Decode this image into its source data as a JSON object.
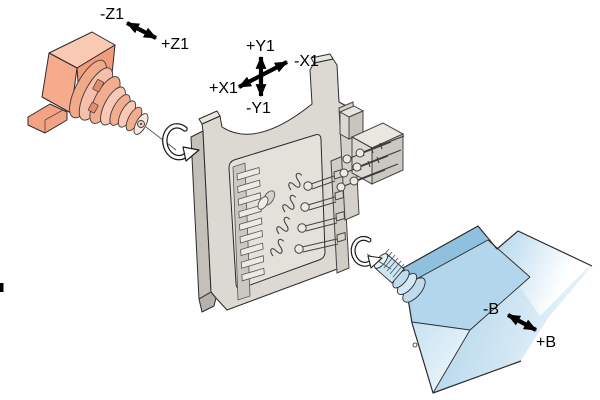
{
  "diagram": {
    "type": "isometric-machine-axes-diagram",
    "background": "#ffffff",
    "outline_color": "#2b2b2b",
    "arrow_color": "#000000",
    "axis_labels": {
      "z_minus": "-Z1",
      "z_plus": "+Z1",
      "y_plus": "+Y1",
      "y_minus": "-Y1",
      "x_plus": "+X1",
      "x_minus": "-X1",
      "b_minus": "-B",
      "b_plus": "+B"
    },
    "components": {
      "tool_spindle": {
        "icon": "tool-spindle-head-icon",
        "color_main": "#f5ab8c",
        "color_top": "#f9c9b3",
        "color_dark": "#f19b7b",
        "rotation_icon": "rotation-arrow-icon"
      },
      "fixture_plate": {
        "icon": "fixture-plate-icon",
        "color_main": "#dcd9d3",
        "color_side": "#c3c0b9",
        "color_panel": "#e4e1db"
      },
      "turret": {
        "icon": "b-axis-turret-icon",
        "color_main": "#b3d6ec",
        "color_dark": "#8fc0de",
        "rotation_icon": "rotation-arrow-icon"
      }
    }
  }
}
